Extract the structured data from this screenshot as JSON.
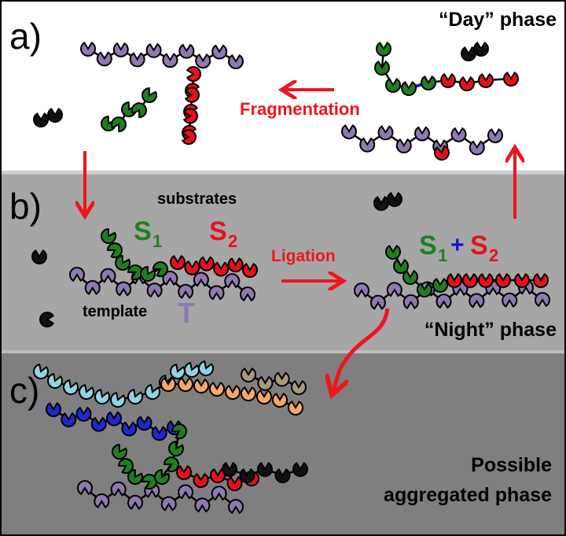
{
  "panels": {
    "a": {
      "letter": "a)",
      "title": "“Day” phase",
      "process": "Fragmentation"
    },
    "b": {
      "letter": "b)",
      "substrates": "substrates",
      "template": "template",
      "template_symbol": "T",
      "s1": "S",
      "s1_sub": "1",
      "s2": "S",
      "s2_sub": "2",
      "plus": "+",
      "process": "Ligation",
      "title": "“Night” phase"
    },
    "c": {
      "letter": "c)",
      "title_line1": "Possible",
      "title_line2": "aggregated phase"
    }
  },
  "colors": {
    "panel_a_bg": "#ffffff",
    "panel_b_bg": "#a6a6a6",
    "panel_c_bg": "#7f7f7f",
    "template": "#8e79b0",
    "s1": "#1f7f1f",
    "s2": "#e8101a",
    "bond": "#1212d8",
    "arrow": "#f0141c",
    "cyan": "#8fd3e6",
    "blue": "#1a2ad0",
    "orange": "#f5a86a",
    "khaki": "#a89a76",
    "black": "#111111"
  }
}
